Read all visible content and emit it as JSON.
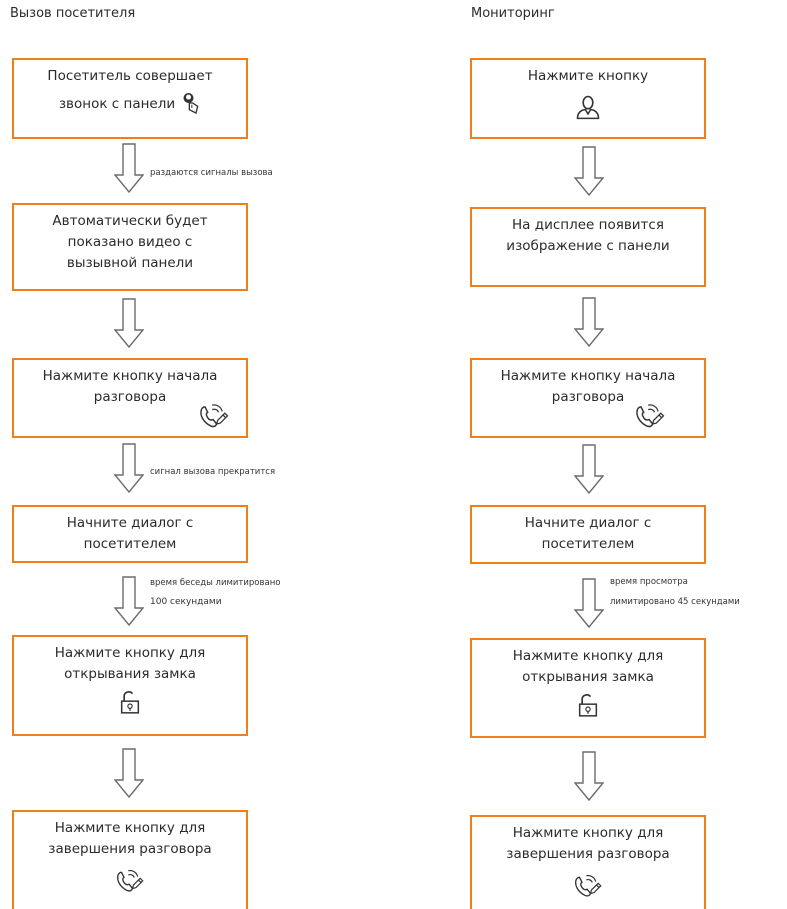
{
  "left": {
    "title": "Вызов посетителя",
    "boxes": [
      {
        "line1": "Посетитель совершает",
        "line2": "звонок с панели",
        "icon": "visitor-press-icon"
      },
      {
        "line1": "Автоматически будет",
        "line2": "показано видео с",
        "line3": "вызывной панели"
      },
      {
        "line1": "Нажмите кнопку начала",
        "line2": "разговора",
        "icon": "handset-icon"
      },
      {
        "line1": "Начните диалог с",
        "line2": "посетителем"
      },
      {
        "line1": "Нажмите кнопку для",
        "line2": "открывания замка",
        "icon": "unlock-icon"
      },
      {
        "line1": "Нажмите кнопку для",
        "line2": "завершения разговора",
        "icon": "handset-icon"
      }
    ],
    "notes": {
      "n1": "раздаются сигналы вызова",
      "n3": "сигнал вызова прекратится",
      "n4a": "время беседы лимитировано",
      "n4b": "100 секундами"
    }
  },
  "right": {
    "title": "Мониторинг",
    "boxes": [
      {
        "line1": "Нажмите кнопку",
        "icon": "user-icon"
      },
      {
        "line1": "На дисплее появится",
        "line2": "изображение с панели"
      },
      {
        "line1": "Нажмите кнопку начала",
        "line2": "разговора",
        "icon": "handset-icon"
      },
      {
        "line1": "Начните диалог с",
        "line2": "посетителем"
      },
      {
        "line1": "Нажмите кнопку для",
        "line2": "открывания замка",
        "icon": "unlock-icon"
      },
      {
        "line1": "Нажмите кнопку для",
        "line2": "завершения разговора",
        "icon": "handset-icon"
      }
    ],
    "notes": {
      "n4a": "время просмотра",
      "n4b": "лимитировано 45 секундами"
    }
  },
  "colors": {
    "border": "#ef7f1a",
    "arrow": "#6b6b6b",
    "text": "#2b2b2b"
  }
}
